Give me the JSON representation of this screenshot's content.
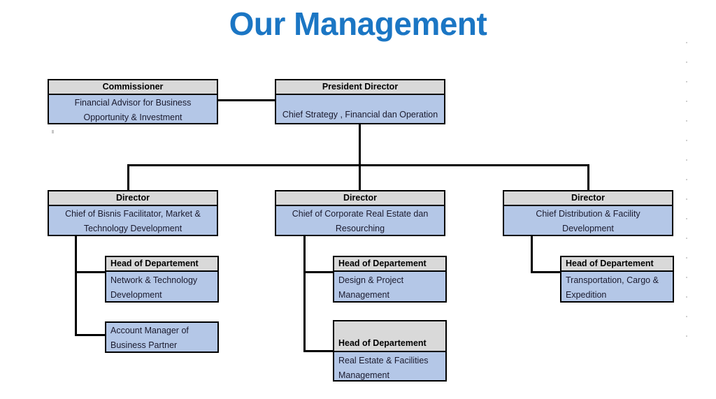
{
  "title": "Our Management",
  "theme": {
    "title_color": "#1b76c4",
    "header_fill": "#d9d9d9",
    "body_fill": "#b4c7e7",
    "border_color": "#000000",
    "text_color": "#1a1a2e",
    "page_background": "#ffffff"
  },
  "chart": {
    "type": "org-chart",
    "commissioner": {
      "header": "Commissioner",
      "body_line1": "Financial Advisor for Business",
      "body_line2": "Opportunity & Investment"
    },
    "president_director": {
      "header": "President Director",
      "body": "Chief Strategy , Financial dan Operation"
    },
    "directors": [
      {
        "header": "Director",
        "body_line1": "Chief of Bisnis Facilitator, Market &",
        "body_line2": "Technology Development",
        "children": [
          {
            "header": "Head of Departement",
            "body_line1": "Network & Technology",
            "body_line2": "Development",
            "has_header": true
          },
          {
            "header": "",
            "body_line1": "Account Manager of",
            "body_line2": "Business Partner",
            "has_header": false
          }
        ]
      },
      {
        "header": "Director",
        "body_line1": "Chief of Corporate Real Estate dan",
        "body_line2": "Resourching",
        "children": [
          {
            "header": "Head of Departement",
            "body_line1": "Design & Project",
            "body_line2": "Management",
            "has_header": true
          },
          {
            "header": "Head of Departement",
            "body_line1": "Real Estate & Facilities",
            "body_line2": "Management",
            "has_header": true
          }
        ]
      },
      {
        "header": "Director",
        "body_line1": "Chief Distribution & Facility",
        "body_line2": "Development",
        "children": [
          {
            "header": "Head of Departement",
            "body_line1": "Transportation, Cargo &",
            "body_line2": "Expedition",
            "has_header": true
          }
        ]
      }
    ]
  }
}
